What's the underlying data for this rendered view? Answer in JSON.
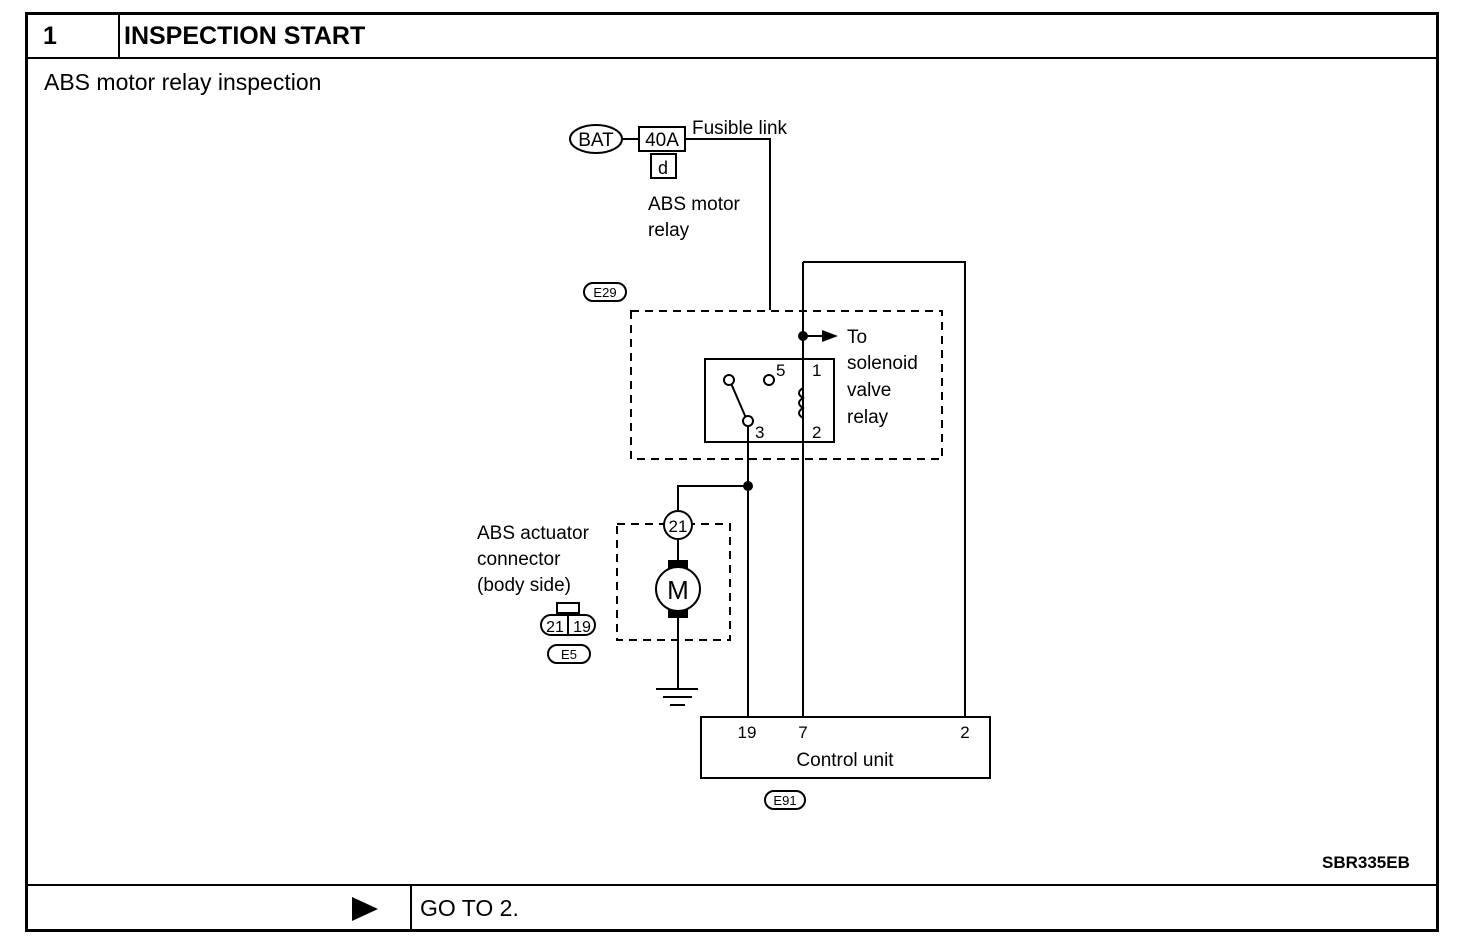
{
  "header": {
    "step_number": "1",
    "title": "INSPECTION START"
  },
  "subtitle": "ABS motor relay inspection",
  "diagram": {
    "battery_label": "BAT",
    "fuse_rating": "40A",
    "fuse_id": "d",
    "fusible_link_label": "Fusible link",
    "relay_label_line1": "ABS motor",
    "relay_label_line2": "relay",
    "relay_connector": "E29",
    "relay_terminals": {
      "t1": "1",
      "t2": "2",
      "t3": "3",
      "t5": "5"
    },
    "solenoid_label_lines": [
      "To",
      "solenoid",
      "valve",
      "relay"
    ],
    "actuator_label_lines": [
      "ABS actuator",
      "connector",
      "(body side)"
    ],
    "actuator_terminal": "21",
    "motor_symbol": "M",
    "actuator_connector_pins": [
      "21",
      "19"
    ],
    "actuator_connector": "E5",
    "control_unit_terminals": [
      "19",
      "7",
      "2"
    ],
    "control_unit_label": "Control unit",
    "control_unit_connector": "E91"
  },
  "figure_id": "SBR335EB",
  "footer": {
    "next_step": "GO TO 2."
  }
}
